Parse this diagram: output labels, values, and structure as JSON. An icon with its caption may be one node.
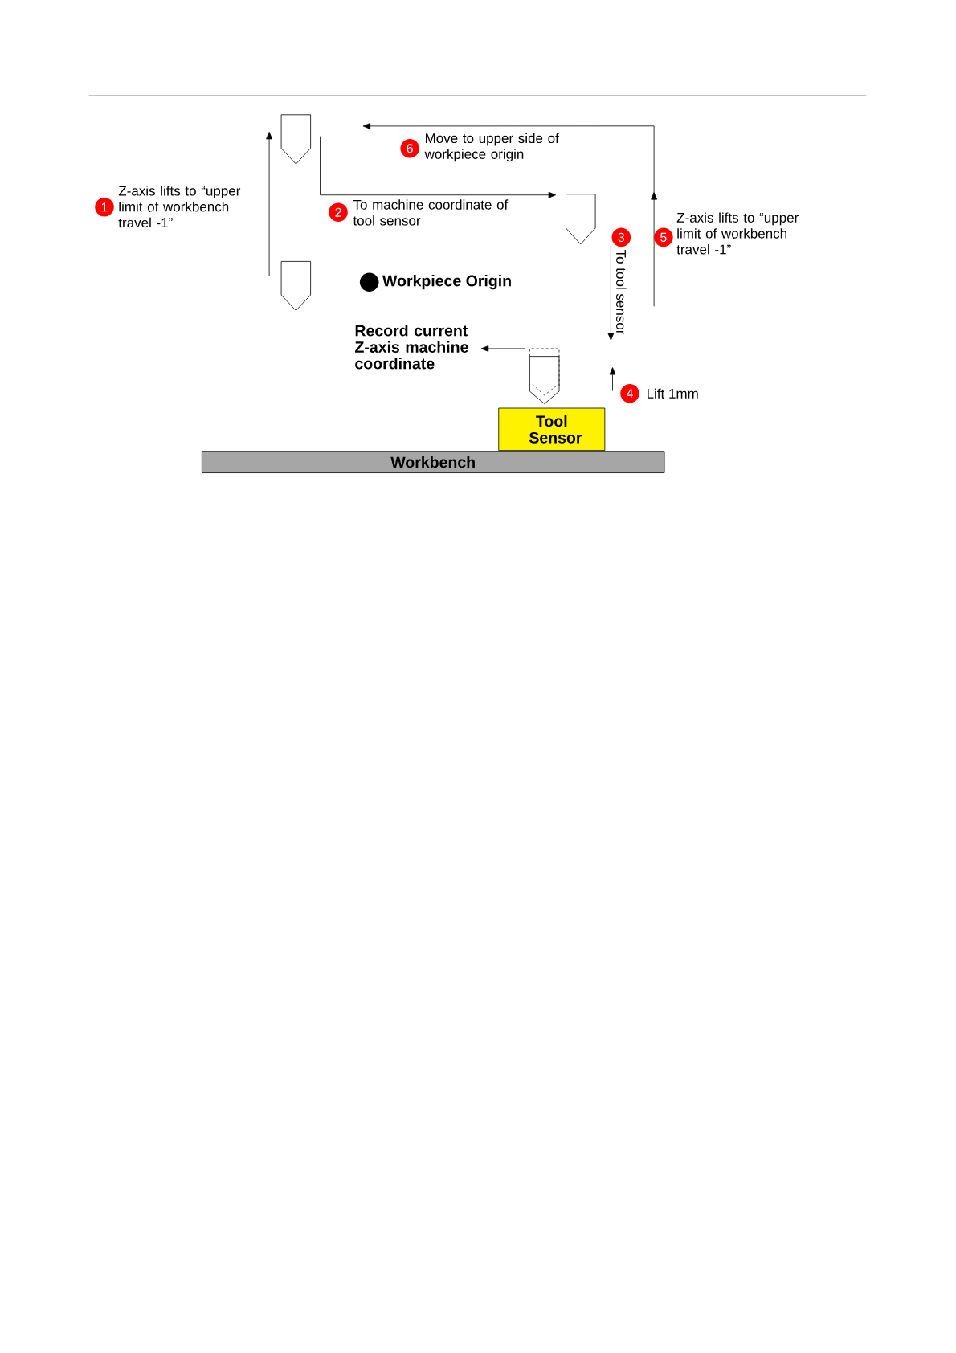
{
  "diagram": {
    "nodes": [
      {
        "text": [],
        "shape": "pentagon"
      },
      {
        "text": [],
        "shape": "pentagon"
      },
      {
        "text": [],
        "shape": "pentagon"
      },
      {
        "text": [],
        "shape": "pentagon"
      },
      {
        "text": [
          "Record current Z-axis machine coordinate"
        ]
      },
      {
        "text": [
          "Tool Sensor"
        ]
      },
      {
        "text": [
          "Workbench"
        ]
      }
    ],
    "edges": [
      {
        "from": 2,
        "to": 0,
        "arrow": "to"
      },
      {
        "from": 0,
        "to": 1,
        "arrow": "to"
      },
      {
        "from": 1,
        "to": 3,
        "arrow": "to"
      },
      {
        "from": null,
        "to": 0,
        "arrow": "to"
      },
      {
        "from": 3,
        "to": 4,
        "arrow": "to"
      }
    ],
    "labels": [
      "6",
      "Move to upper side of workpiece origin",
      "1",
      "Z-axis lifts to “upper limit of workbench travel -1”",
      "2",
      "To machine coordinate of tool sensor",
      "3",
      "5",
      "Z-axis lifts to “upper limit of workbench travel -1”",
      "To tool sensor",
      "Workpiece Origin",
      "4",
      "Lift 1mm"
    ]
  }
}
